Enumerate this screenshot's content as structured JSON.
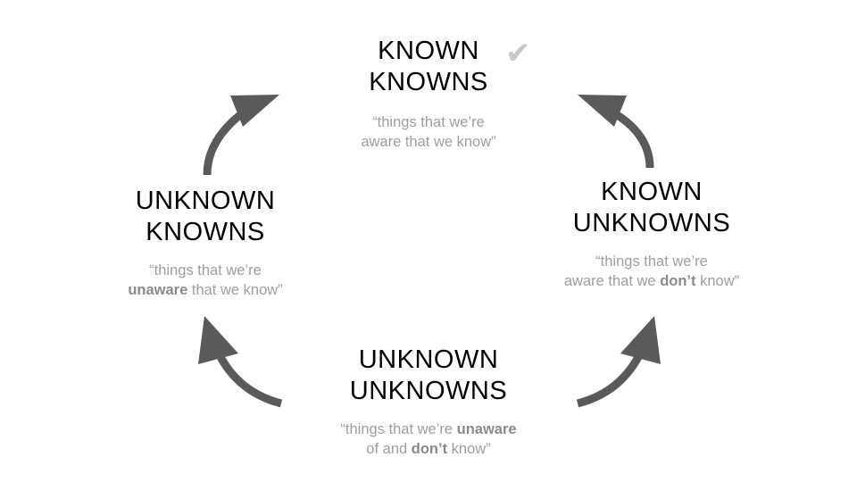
{
  "nodes": {
    "known_knowns": {
      "title1": "KNOWN",
      "title2": "KNOWNS",
      "quote1": "“things that we’re",
      "quote2": "aware that we know”"
    },
    "known_unknowns": {
      "title1": "KNOWN",
      "title2": "UNKNOWNS",
      "quote1": "“things that we’re",
      "quote2a": "aware that we ",
      "quote2b": "don’t",
      "quote2c": " know”"
    },
    "unknown_unknowns": {
      "title1": "UNKNOWN",
      "title2": "UNKNOWNS",
      "quote1a": "“things that we’re ",
      "quote1b": "unaware",
      "quote2a": "of and ",
      "quote2b": "don’t",
      "quote2c": " know”"
    },
    "unknown_knowns": {
      "title1": "UNKNOWN",
      "title2": "KNOWNS",
      "quote1": "“things that we’re",
      "quote2a": "unaware",
      "quote2b": " that we know”"
    }
  },
  "icons": {
    "check": "✔",
    "arrow_color": "#5a5a5a"
  }
}
